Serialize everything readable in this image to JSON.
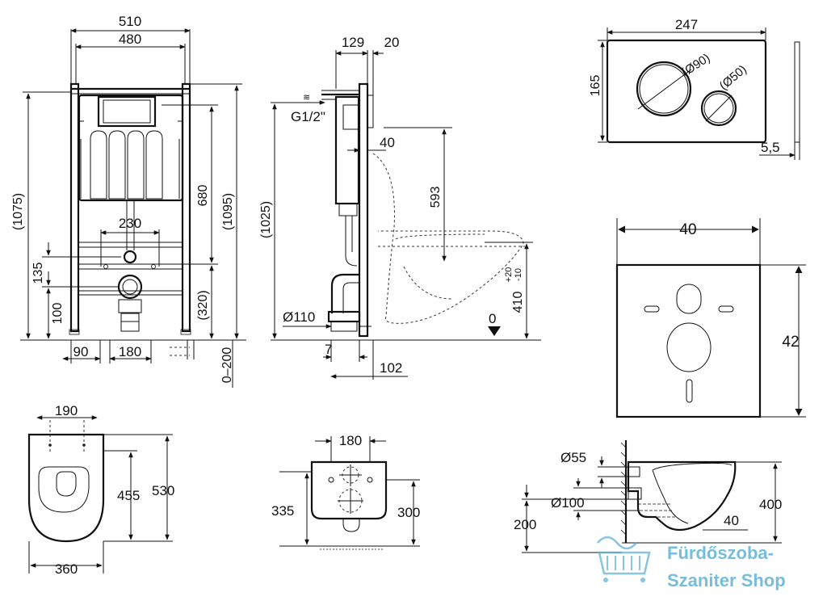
{
  "front_view": {
    "width_outer": "510",
    "width_inner": "480",
    "height_1075": "(1075)",
    "height_1095": "(1095)",
    "dim_680": "680",
    "dim_230": "230",
    "dim_135": "135",
    "dim_100": "100",
    "dim_320": "(320)",
    "dim_90": "90",
    "dim_180": "180",
    "dim_0_200": "0–200"
  },
  "side_view": {
    "dim_129": "129",
    "dim_20": "20",
    "inlet": "G1/2\"",
    "dim_1025": "(1025)",
    "dim_40": "40",
    "dim_593": "593",
    "dim_410": "410",
    "tol_plus": "+20",
    "tol_minus": "-10",
    "drain": "Ø110",
    "zero": "0",
    "dim_7": "7",
    "dim_102": "102"
  },
  "flush_plate": {
    "width": "247",
    "height": "165",
    "big_button": "(Ø90)",
    "small_button": "(Ø50)",
    "thickness": "5,5"
  },
  "sound_pad": {
    "width": "40",
    "height": "42"
  },
  "bowl_top": {
    "bolt_spacing": "190",
    "inner_length": "455",
    "length": "530",
    "width": "360"
  },
  "bowl_back": {
    "bolt_spacing": "180",
    "height_335": "335",
    "height_300": "300"
  },
  "bowl_side": {
    "inlet": "Ø55",
    "outlet": "Ø100",
    "height_200": "200",
    "dim_40": "40",
    "height_400": "400"
  },
  "watermark": {
    "line1": "Fürdőszoba-",
    "line2": "Szaniter Shop"
  }
}
